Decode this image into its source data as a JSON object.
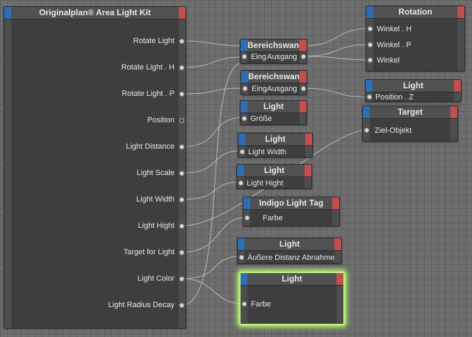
{
  "main_node": {
    "title": "Originalplan® Area Light Kit",
    "ports": [
      "Rotate Light",
      "Rotate Light . H",
      "Rotate Light . P",
      "Position",
      "Light Distance",
      "Light Scale",
      "Light Width",
      "Light Hight",
      "Target for Light",
      "Light Color",
      "Light Radius Decay"
    ]
  },
  "range_mapper_1": {
    "title": "Bereichswandler",
    "input": "Eingang",
    "output": "Ausgang"
  },
  "range_mapper_2": {
    "title": "Bereichswandler",
    "input": "Eingang",
    "output": "Ausgang"
  },
  "rotation_node": {
    "title": "Rotation",
    "ports": [
      "Winkel . H",
      "Winkel . P",
      "Winkel"
    ]
  },
  "light_pos_node": {
    "title": "Light",
    "port": "Position . Z"
  },
  "target_node": {
    "title": "Target",
    "port": "Ziel-Objekt"
  },
  "light_size_node": {
    "title": "Light",
    "port": "Größe"
  },
  "light_width_node": {
    "title": "Light",
    "port": "Light Width"
  },
  "light_hight_node": {
    "title": "Light",
    "port": "Light Hight"
  },
  "indigo_tag_node": {
    "title": "Indigo Light Tag",
    "port": "Farbe"
  },
  "light_falloff_node": {
    "title": "Light",
    "port": "Äußere Distanz Abnahme"
  },
  "light_color_node": {
    "title": "Light",
    "port": "Farbe"
  },
  "colors": {
    "background": "#6e6e6e",
    "node_body": "#3e3e3e",
    "input_tab": "#2f6db5",
    "output_tab": "#c24e4e",
    "selection_glow": "#b6f56a"
  }
}
